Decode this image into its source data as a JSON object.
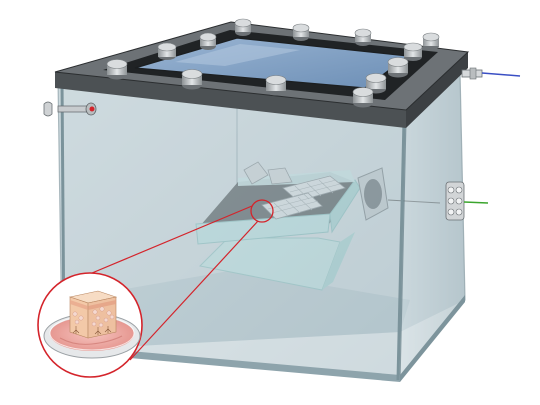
{
  "figure": {
    "description_visible_text": "",
    "colors": {
      "chamber_glass": "#b4c6cd",
      "chamber_glass_light": "#cfdde2",
      "frame_dark": "#3a3d40",
      "lid_window": "#7f9fc2",
      "bolt_metal": "#bfc3c6",
      "tray_cyan": "#bfe9e8",
      "sample_dark": "#3c3f40",
      "callout_red": "#d4242b",
      "dish_pink": "#f1b7b2",
      "tissue_peach": "#f3c9a8",
      "wire_blue": "#3a4fc4",
      "wire_green": "#3ba52d"
    },
    "components": [
      {
        "name": "vacuum-chamber",
        "icon": "box-chamber-icon"
      },
      {
        "name": "lid-frame",
        "icon": "frame-icon"
      },
      {
        "name": "lid-window",
        "icon": "window-icon"
      },
      {
        "name": "lid-bolts",
        "icon": "bolt-icon"
      },
      {
        "name": "sample-tray",
        "icon": "tray-icon"
      },
      {
        "name": "sample-grids",
        "icon": "grid-icon"
      },
      {
        "name": "side-ports",
        "icon": "port-icon"
      },
      {
        "name": "tissue-culture-dish",
        "icon": "petri-dish-icon"
      },
      {
        "name": "zoom-callout",
        "icon": "magnifier-callout-icon"
      }
    ]
  }
}
